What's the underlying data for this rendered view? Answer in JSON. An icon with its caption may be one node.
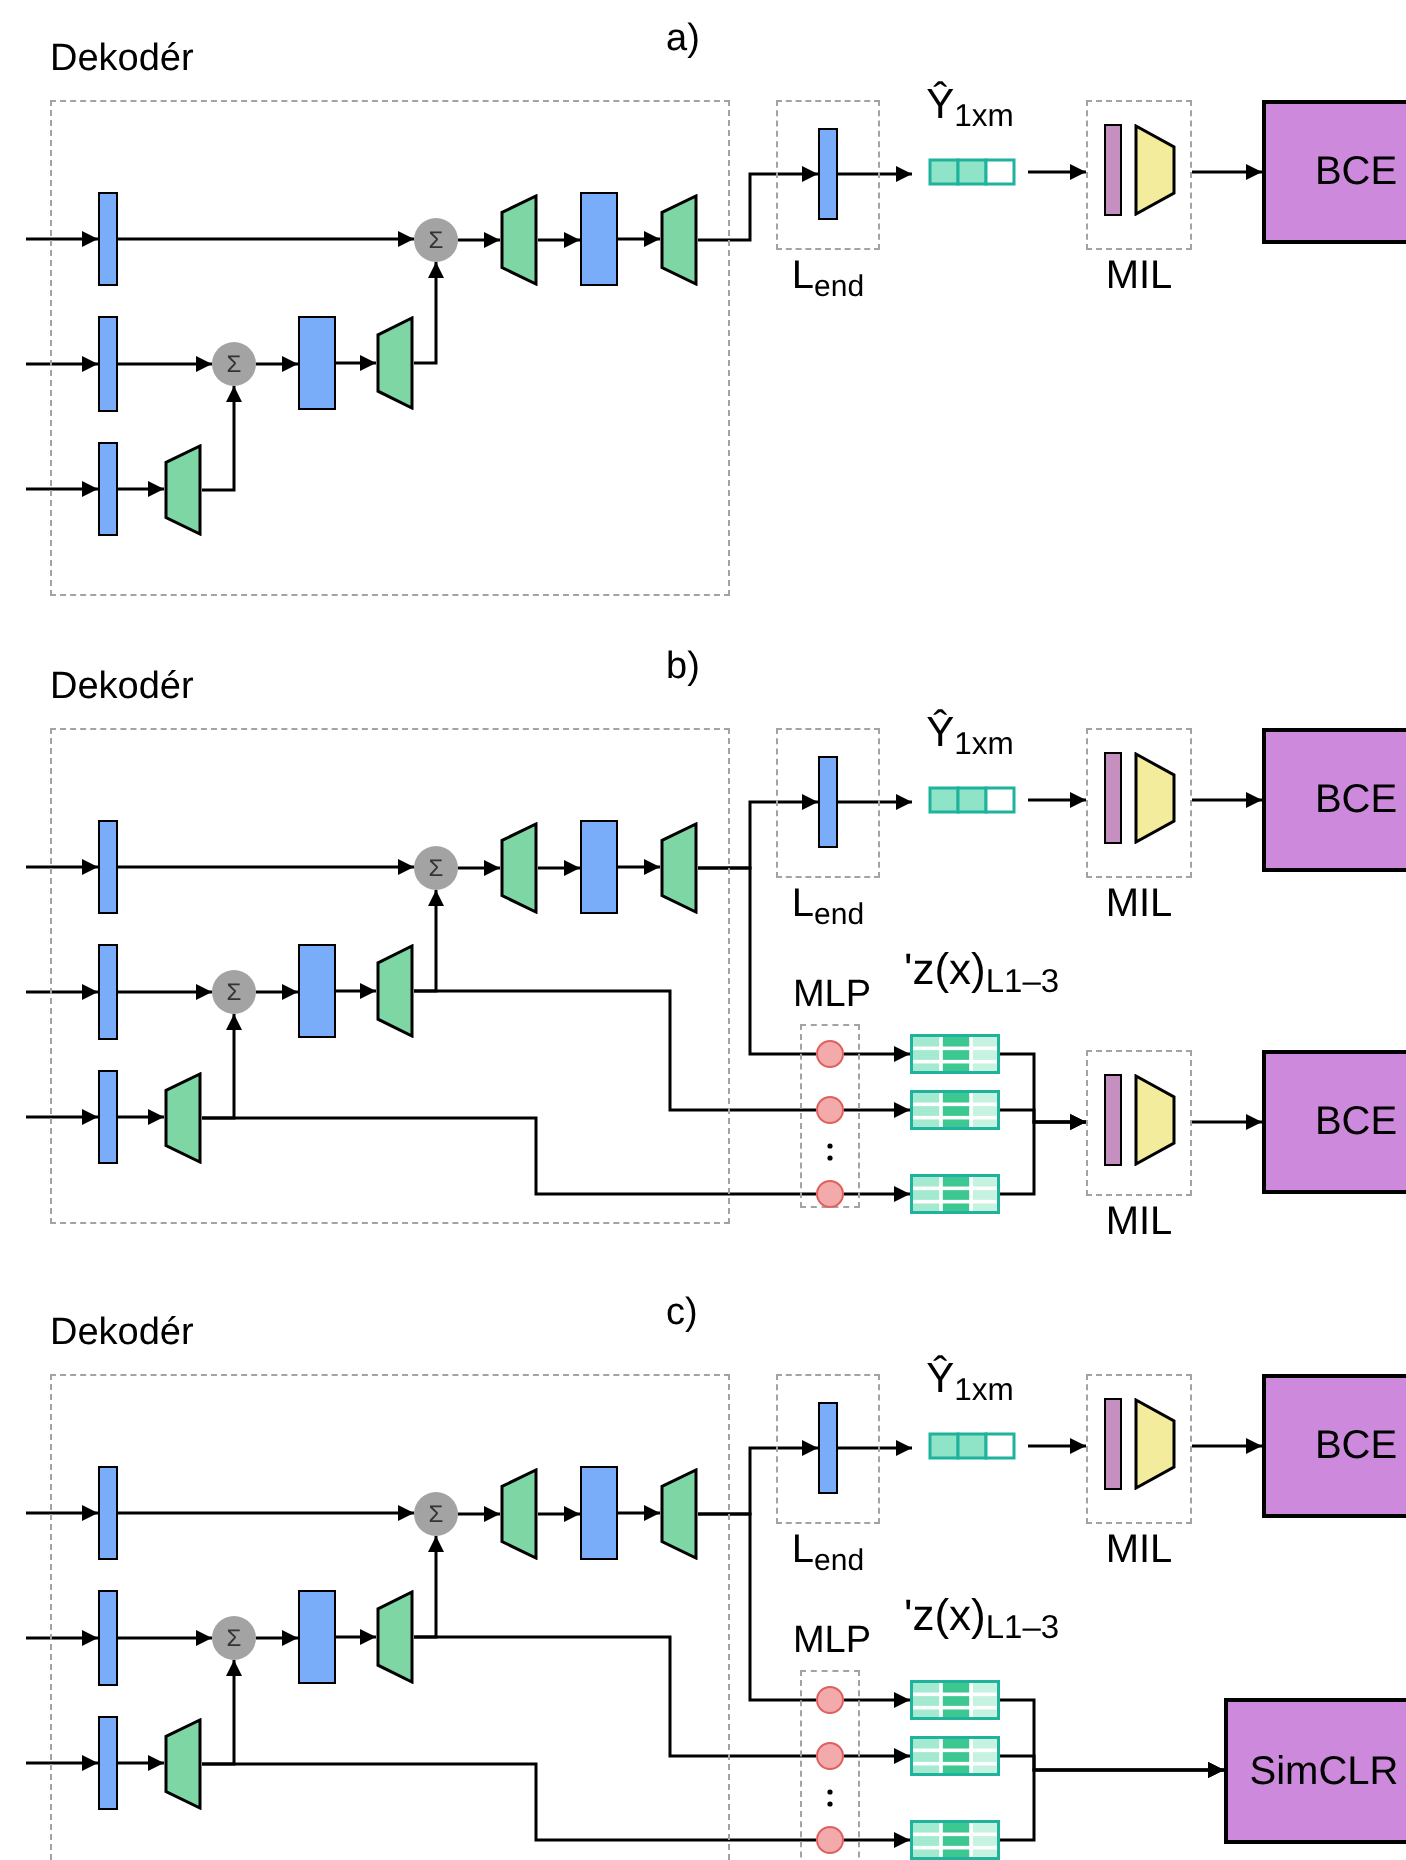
{
  "diagram": {
    "nodes": [
      {
        "text": [
          "Dekodér"
        ]
      },
      {
        "text": [],
        "shape": "bar",
        "in": 0
      },
      {
        "text": [
          "Σ"
        ],
        "in": 0
      },
      {
        "text": [],
        "shape": "trapezoid",
        "in": 0
      },
      {
        "text": [],
        "shape": "box",
        "in": 0
      },
      {
        "text": [],
        "shape": "trapezoid",
        "in": 0
      },
      {
        "text": [],
        "shape": "bar",
        "in": 0
      },
      {
        "text": [
          "Σ"
        ],
        "in": 0
      },
      {
        "text": [],
        "shape": "box",
        "in": 0
      },
      {
        "text": [],
        "shape": "trapezoid",
        "in": 0
      },
      {
        "text": [],
        "shape": "bar",
        "in": 0
      },
      {
        "text": [],
        "shape": "trapezoid",
        "in": 0
      },
      {
        "text": [
          "L$_{end}$"
        ]
      },
      {
        "text": [],
        "shape": "bar",
        "in": 12
      },
      {
        "text": [
          "Ŷ$_{1xm}$"
        ]
      },
      {
        "text": [
          "MIL"
        ]
      },
      {
        "text": [],
        "shape": "bar",
        "in": 15
      },
      {
        "text": [],
        "shape": "trapezoid",
        "in": 15
      },
      {
        "text": [
          "BCE"
        ]
      },
      {
        "text": [
          "Dekodér"
        ]
      },
      {
        "text": [],
        "shape": "bar",
        "in": 19
      },
      {
        "text": [
          "Σ"
        ],
        "in": 19
      },
      {
        "text": [],
        "shape": "trapezoid",
        "in": 19
      },
      {
        "text": [],
        "shape": "box",
        "in": 19
      },
      {
        "text": [],
        "shape": "trapezoid",
        "in": 19
      },
      {
        "text": [],
        "shape": "bar",
        "in": 19
      },
      {
        "text": [
          "Σ"
        ],
        "in": 19
      },
      {
        "text": [],
        "shape": "box",
        "in": 19
      },
      {
        "text": [],
        "shape": "trapezoid",
        "in": 19
      },
      {
        "text": [],
        "shape": "bar",
        "in": 19
      },
      {
        "text": [],
        "shape": "trapezoid",
        "in": 19
      },
      {
        "text": [
          "L$_{end}$"
        ]
      },
      {
        "text": [],
        "shape": "bar",
        "in": 31
      },
      {
        "text": [
          "Ŷ$_{1xm}$"
        ]
      },
      {
        "text": [
          "MIL"
        ]
      },
      {
        "text": [],
        "shape": "bar",
        "in": 34
      },
      {
        "text": [],
        "shape": "trapezoid",
        "in": 34
      },
      {
        "text": [
          "BCE"
        ]
      },
      {
        "text": [
          "MLP"
        ]
      },
      {
        "text": [],
        "shape": "circle",
        "in": 38
      },
      {
        "text": [],
        "shape": "circle",
        "in": 38
      },
      {
        "text": [],
        "shape": "circle",
        "in": 38
      },
      {
        "text": [],
        "shape": "grid"
      },
      {
        "text": [],
        "shape": "grid"
      },
      {
        "text": [],
        "shape": "grid"
      },
      {
        "text": [
          "MIL"
        ]
      },
      {
        "text": [],
        "shape": "bar",
        "in": 45
      },
      {
        "text": [],
        "shape": "trapezoid",
        "in": 45
      },
      {
        "text": [
          "BCE"
        ]
      },
      {
        "text": [
          "Dekodér"
        ]
      },
      {
        "text": [],
        "shape": "bar",
        "in": 49
      },
      {
        "text": [
          "Σ"
        ],
        "in": 49
      },
      {
        "text": [],
        "shape": "trapezoid",
        "in": 49
      },
      {
        "text": [],
        "shape": "box",
        "in": 49
      },
      {
        "text": [],
        "shape": "trapezoid",
        "in": 49
      },
      {
        "text": [],
        "shape": "bar",
        "in": 49
      },
      {
        "text": [
          "Σ"
        ],
        "in": 49
      },
      {
        "text": [],
        "shape": "box",
        "in": 49
      },
      {
        "text": [],
        "shape": "trapezoid",
        "in": 49
      },
      {
        "text": [],
        "shape": "bar",
        "in": 49
      },
      {
        "text": [],
        "shape": "trapezoid",
        "in": 49
      },
      {
        "text": [
          "L$_{end}$"
        ]
      },
      {
        "text": [],
        "shape": "bar",
        "in": 61
      },
      {
        "text": [
          "Ŷ$_{1xm}$"
        ]
      },
      {
        "text": [
          "MIL"
        ]
      },
      {
        "text": [],
        "shape": "bar",
        "in": 64
      },
      {
        "text": [],
        "shape": "trapezoid",
        "in": 64
      },
      {
        "text": [
          "BCE"
        ]
      },
      {
        "text": [
          "MLP"
        ]
      },
      {
        "text": [],
        "shape": "circle",
        "in": 68
      },
      {
        "text": [],
        "shape": "circle",
        "in": 68
      },
      {
        "text": [],
        "shape": "circle",
        "in": 68
      },
      {
        "text": [],
        "shape": "grid"
      },
      {
        "text": [],
        "shape": "grid"
      },
      {
        "text": [],
        "shape": "grid"
      },
      {
        "text": [
          "SimCLR"
        ]
      }
    ],
    "edges": [
      {
        "from": null,
        "to": 1,
        "arrow": "to"
      },
      {
        "from": null,
        "to": 6,
        "arrow": "to"
      },
      {
        "from": null,
        "to": 10,
        "arrow": "to"
      },
      {
        "from": 1,
        "to": 2,
        "arrow": "to"
      },
      {
        "from": 2,
        "to": 3,
        "arrow": "to"
      },
      {
        "from": 3,
        "to": 4,
        "arrow": "to"
      },
      {
        "from": 4,
        "to": 5,
        "arrow": "to"
      },
      {
        "from": 6,
        "to": 7,
        "arrow": "to"
      },
      {
        "from": 7,
        "to": 8,
        "arrow": "to"
      },
      {
        "from": 8,
        "to": 9,
        "arrow": "to"
      },
      {
        "from": 9,
        "to": 2,
        "arrow": "to"
      },
      {
        "from": 10,
        "to": 11,
        "arrow": "to"
      },
      {
        "from": 11,
        "to": 7,
        "arrow": "to"
      },
      {
        "from": 5,
        "to": 13,
        "arrow": "to"
      },
      {
        "from": 13,
        "to": 14,
        "arrow": "to"
      },
      {
        "from": 14,
        "to": 15,
        "arrow": "to"
      },
      {
        "from": 15,
        "to": 18,
        "arrow": "to"
      },
      {
        "from": null,
        "to": 20,
        "arrow": "to"
      },
      {
        "from": null,
        "to": 25,
        "arrow": "to"
      },
      {
        "from": null,
        "to": 29,
        "arrow": "to"
      },
      {
        "from": 20,
        "to": 21,
        "arrow": "to"
      },
      {
        "from": 21,
        "to": 22,
        "arrow": "to"
      },
      {
        "from": 22,
        "to": 23,
        "arrow": "to"
      },
      {
        "from": 23,
        "to": 24,
        "arrow": "to"
      },
      {
        "from": 25,
        "to": 26,
        "arrow": "to"
      },
      {
        "from": 26,
        "to": 27,
        "arrow": "to"
      },
      {
        "from": 27,
        "to": 28,
        "arrow": "to"
      },
      {
        "from": 28,
        "to": 21,
        "arrow": "to"
      },
      {
        "from": 29,
        "to": 30,
        "arrow": "to"
      },
      {
        "from": 30,
        "to": 26,
        "arrow": "to"
      },
      {
        "from": 24,
        "to": 32,
        "arrow": "to"
      },
      {
        "from": 32,
        "to": 33,
        "arrow": "to"
      },
      {
        "from": 33,
        "to": 34,
        "arrow": "to"
      },
      {
        "from": 34,
        "to": 37,
        "arrow": "to"
      },
      {
        "from": 24,
        "to": 39,
        "arrow": "none"
      },
      {
        "from": 28,
        "to": 40,
        "arrow": "none"
      },
      {
        "from": 30,
        "to": 41,
        "arrow": "none"
      },
      {
        "from": 39,
        "to": 42,
        "arrow": "to"
      },
      {
        "from": 40,
        "to": 43,
        "arrow": "to"
      },
      {
        "from": 41,
        "to": 44,
        "arrow": "to"
      },
      {
        "from": 42,
        "to": 45,
        "arrow": "to"
      },
      {
        "from": 43,
        "to": 45,
        "arrow": "to"
      },
      {
        "from": 44,
        "to": 45,
        "arrow": "to"
      },
      {
        "from": 45,
        "to": 48,
        "arrow": "to"
      },
      {
        "from": null,
        "to": 50,
        "arrow": "to"
      },
      {
        "from": null,
        "to": 55,
        "arrow": "to"
      },
      {
        "from": null,
        "to": 59,
        "arrow": "to"
      },
      {
        "from": 50,
        "to": 51,
        "arrow": "to"
      },
      {
        "from": 51,
        "to": 52,
        "arrow": "to"
      },
      {
        "from": 52,
        "to": 53,
        "arrow": "to"
      },
      {
        "from": 53,
        "to": 54,
        "arrow": "to"
      },
      {
        "from": 55,
        "to": 56,
        "arrow": "to"
      },
      {
        "from": 56,
        "to": 57,
        "arrow": "to"
      },
      {
        "from": 57,
        "to": 58,
        "arrow": "to"
      },
      {
        "from": 58,
        "to": 51,
        "arrow": "to"
      },
      {
        "from": 59,
        "to": 60,
        "arrow": "to"
      },
      {
        "from": 60,
        "to": 56,
        "arrow": "to"
      },
      {
        "from": 54,
        "to": 62,
        "arrow": "to"
      },
      {
        "from": 62,
        "to": 63,
        "arrow": "to"
      },
      {
        "from": 63,
        "to": 64,
        "arrow": "to"
      },
      {
        "from": 64,
        "to": 67,
        "arrow": "to"
      },
      {
        "from": 54,
        "to": 69,
        "arrow": "none"
      },
      {
        "from": 58,
        "to": 70,
        "arrow": "none"
      },
      {
        "from": 60,
        "to": 71,
        "arrow": "none"
      },
      {
        "from": 69,
        "to": 72,
        "arrow": "to"
      },
      {
        "from": 70,
        "to": 73,
        "arrow": "to"
      },
      {
        "from": 71,
        "to": 74,
        "arrow": "to"
      },
      {
        "from": 72,
        "to": 75,
        "arrow": "to"
      },
      {
        "from": 73,
        "to": 75,
        "arrow": "to"
      },
      {
        "from": 74,
        "to": 75,
        "arrow": "to"
      }
    ],
    "labels": [
      "a)",
      "b)",
      "'z(x)$_{L1–3}$",
      "c)",
      "'z(x)$_{L1–3}$"
    ]
  }
}
